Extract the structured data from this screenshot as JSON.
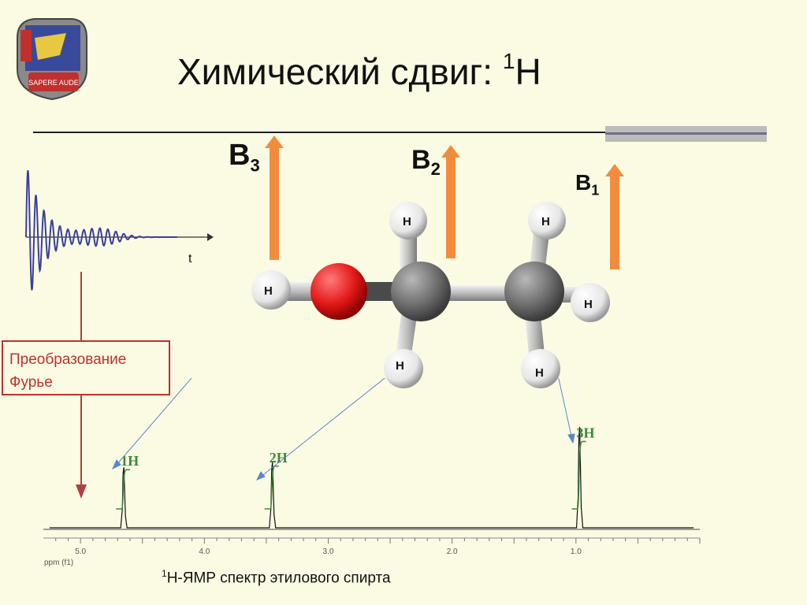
{
  "slide": {
    "title_main": "Химический сдвиг: ",
    "title_sup": "1",
    "title_tail": "H",
    "logo_text": "SAPERE AUDE",
    "fid_axis_label": "t",
    "fourier_line1": "Преобразование",
    "fourier_line2": "Фурье",
    "caption_sup": "1",
    "caption_text": "Н-ЯМР спектр этилового спирта",
    "field_labels": [
      {
        "main": "B",
        "sub": "3"
      },
      {
        "main": "B",
        "sub": "2"
      },
      {
        "main": "B",
        "sub": "1"
      }
    ],
    "atom_label": "H",
    "colors": {
      "arrow": "#f28c3c",
      "oxygen": "#e31a1a",
      "carbon": "#6f6f6f",
      "integral": "#3a8a3a",
      "fid": "#3b3f9a",
      "fourier": "#c0302f"
    }
  },
  "chart_data": {
    "type": "line",
    "title": "",
    "xlabel": "ppm (f1)",
    "xlim": [
      5.3,
      0.0
    ],
    "x_ticks": [
      "5.0",
      "4.0",
      "3.0",
      "2.0",
      "1.0"
    ],
    "peaks": [
      {
        "ppm": 4.65,
        "integral": "1H",
        "height": 0.6
      },
      {
        "ppm": 3.45,
        "integral": "2H",
        "height": 0.65
      },
      {
        "ppm": 0.97,
        "integral": "3H",
        "height": 1.0
      }
    ]
  }
}
